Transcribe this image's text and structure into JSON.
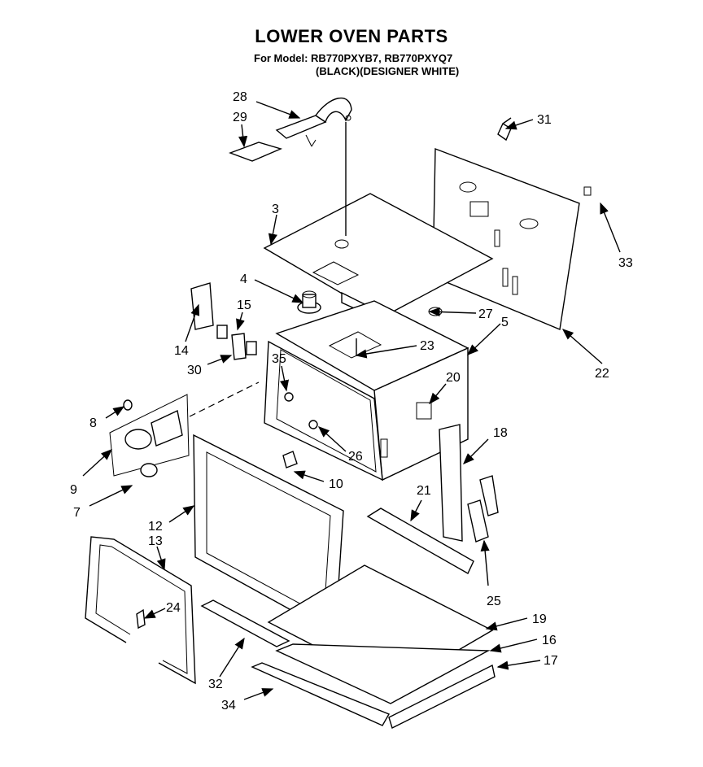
{
  "header": {
    "title": "LOWER OVEN PARTS",
    "model_line": "For Model: RB770PXYB7, RB770PXYQ7",
    "variant_line": "(BLACK)(DESIGNER WHITE)"
  },
  "callouts": [
    "3",
    "4",
    "5",
    "7",
    "8",
    "9",
    "10",
    "12",
    "13",
    "14",
    "15",
    "16",
    "17",
    "18",
    "19",
    "20",
    "21",
    "22",
    "23",
    "24",
    "25",
    "26",
    "27",
    "28",
    "29",
    "30",
    "31",
    "32",
    "33",
    "34",
    "35"
  ]
}
